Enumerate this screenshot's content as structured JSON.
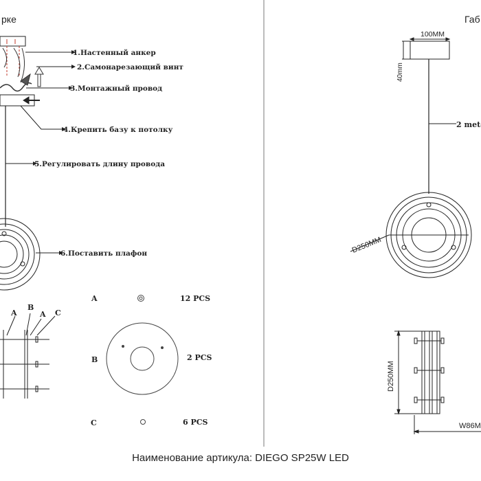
{
  "left_panel": {
    "title_fragment": "рке",
    "steps": [
      "1.Настенный  анкер",
      "2.Самонарезающий  винт",
      "3.Монтажный  провод",
      "4.Крепить базу к потолку",
      "5.Регулировать длину провода",
      "6.Поставить плафон"
    ],
    "detail_labels": [
      "A",
      "B",
      "A",
      "C"
    ]
  },
  "parts": [
    {
      "letter": "A",
      "qty": "12 PCS"
    },
    {
      "letter": "B",
      "qty": "2 PCS"
    },
    {
      "letter": "C",
      "qty": "6 PCS"
    }
  ],
  "right_panel": {
    "title_fragment": "Габ",
    "dim_width": "100MM",
    "dim_height": "40mm",
    "cable_label": "2 mete",
    "dim_diameter_front": "D250MM",
    "dim_diameter_side": "D250MM",
    "dim_w": "W86M"
  },
  "footer": {
    "article": "Наименование артикула: DIEGO SP25W LED"
  }
}
